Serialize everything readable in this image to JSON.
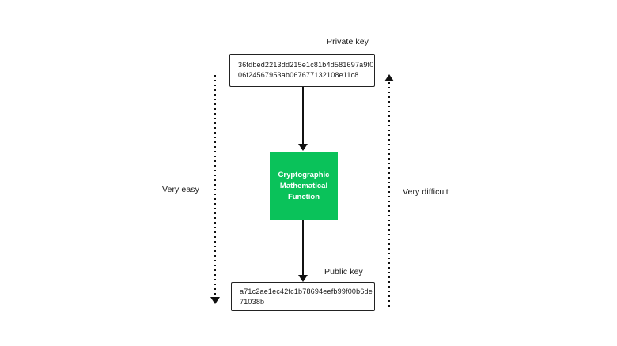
{
  "colors": {
    "accent_green": "#0AC25A",
    "line": "#111111",
    "box_border": "#222222",
    "text": "#1a1a1a",
    "bg": "#ffffff"
  },
  "labels": {
    "private_key": "Private key",
    "public_key": "Public key",
    "very_easy": "Very easy",
    "very_difficult": "Very difficult"
  },
  "private_key_box": {
    "lines": [
      "36fdbed2213dd215e1c81b4d581697a9f0",
      "06f24567953ab067677132108e11c8"
    ],
    "full_value": "36fdbed2213dd215e1c81b4d581697a9f006f24567953ab067677132108e11c8"
  },
  "function_box": {
    "lines": [
      "Cryptographic",
      "Mathematical",
      "Function"
    ]
  },
  "public_key_box": {
    "lines": [
      "a71c2ae1ec42fc1b78694eefb99f00b6de",
      "71038b"
    ],
    "full_value": "a71c2ae1ec42fc1b78694eefb99f00b6de71038b"
  }
}
